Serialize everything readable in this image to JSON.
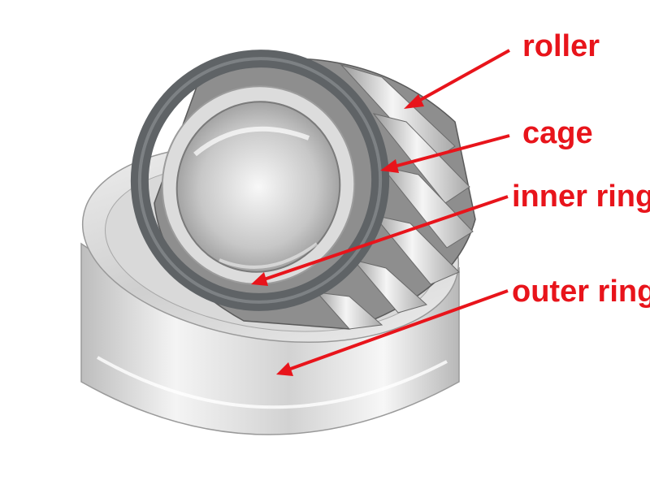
{
  "labels": {
    "roller": "roller",
    "cage": "cage",
    "inner_ring": "inner ring",
    "outer_ring": "outer ring"
  },
  "colors": {
    "label": "#e8141b",
    "arrow": "#e8141b",
    "steel_light": "#eeeeee",
    "steel_mid": "#c4c4c4",
    "steel_dark": "#6f6f6f",
    "cage": "#5f6366"
  }
}
